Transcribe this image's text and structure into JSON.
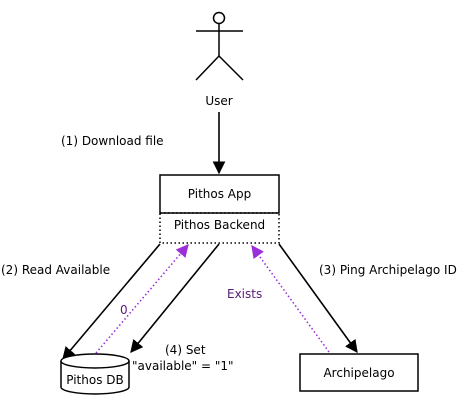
{
  "actor": {
    "label": "User"
  },
  "nodes": {
    "app": "Pithos App",
    "backend": "Pithos Backend",
    "db": "Pithos DB",
    "archipelago": "Archipelago"
  },
  "steps": {
    "download": "(1) Download file",
    "read_available": "(2) Read Available",
    "ping": "(3) Ping Archipelago ID",
    "set_line1": "(4) Set",
    "set_line2": "\"available\" = \"1\""
  },
  "responses": {
    "zero": "0",
    "exists": "Exists"
  },
  "colors": {
    "line": "#000000",
    "response": "#9b30d9",
    "response_text": "#5a1a7a",
    "background": "#ffffff"
  }
}
